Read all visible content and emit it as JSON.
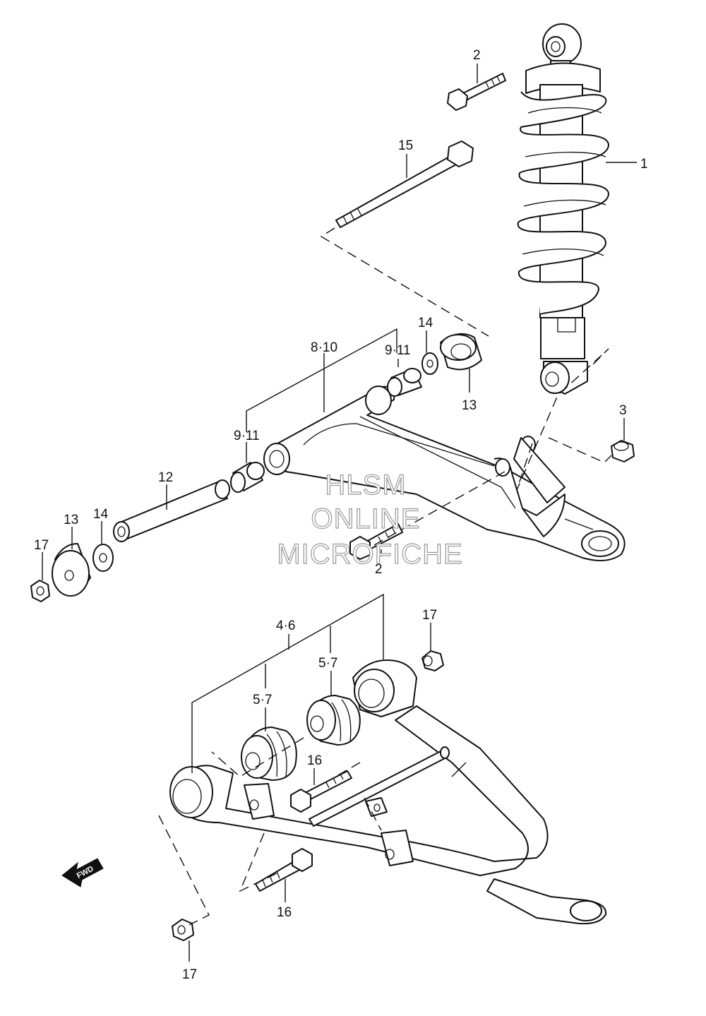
{
  "diagram": {
    "labels": {
      "shock_absorber": "1",
      "bolt_top": "2",
      "bolt_lower": "2",
      "nut_shock": "3",
      "lower_arm_group": "4·6",
      "bushing_right": "5·7",
      "bushing_left": "5·7",
      "upper_arm_group": "8·10",
      "spacer_right": "9·11",
      "spacer_left": "9·11",
      "pipe": "12",
      "cap_right": "13",
      "cap_left": "13",
      "washer_right": "14",
      "washer_left": "14",
      "long_bolt": "15",
      "bolt_lower_arm_top": "16",
      "bolt_lower_arm_bottom": "16",
      "nut_upper": "17",
      "nut_lower_right": "17",
      "nut_lower_left": "17"
    },
    "fwd_label": "FWD",
    "watermark": [
      "HLSM",
      "ONLINE",
      "MICROFICHE"
    ]
  }
}
